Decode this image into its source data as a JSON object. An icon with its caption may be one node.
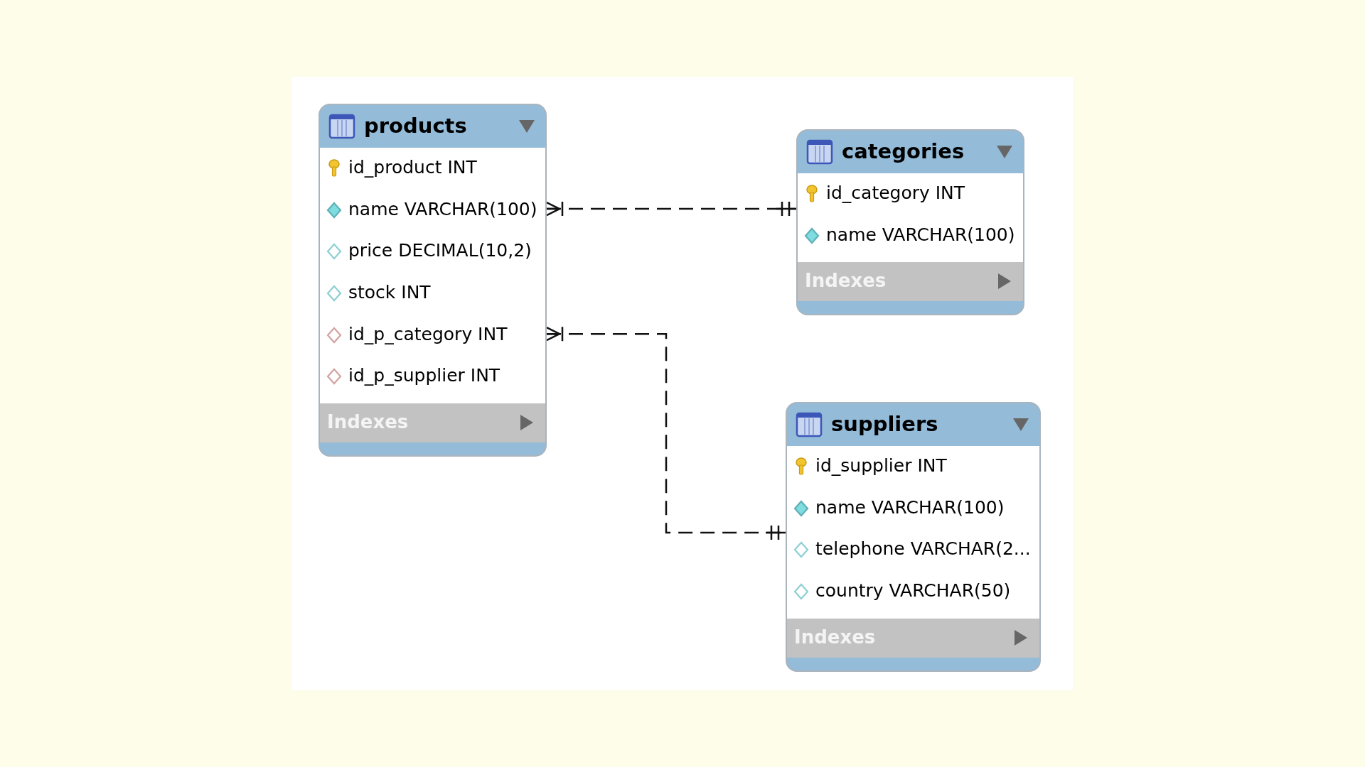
{
  "diagram": {
    "nodes": [
      {
        "text": [
          "products",
          "id_product INT",
          "name VARCHAR(100)",
          "price DECIMAL(10,2)",
          "stock INT",
          "id_p_category INT",
          "id_p_supplier INT",
          "Indexes"
        ]
      },
      {
        "text": [
          "categories",
          "id_category INT",
          "name VARCHAR(100)",
          "Indexes"
        ]
      },
      {
        "text": [
          "suppliers",
          "id_supplier INT",
          "name VARCHAR(100)",
          "telephone VARCHAR(2...",
          "country VARCHAR(50)",
          "Indexes"
        ]
      }
    ],
    "edges": [
      {
        "from": 0,
        "to": 1,
        "arrow": "other",
        "style": "dashed"
      },
      {
        "from": 0,
        "to": 2,
        "arrow": "other",
        "style": "dashed"
      }
    ]
  }
}
